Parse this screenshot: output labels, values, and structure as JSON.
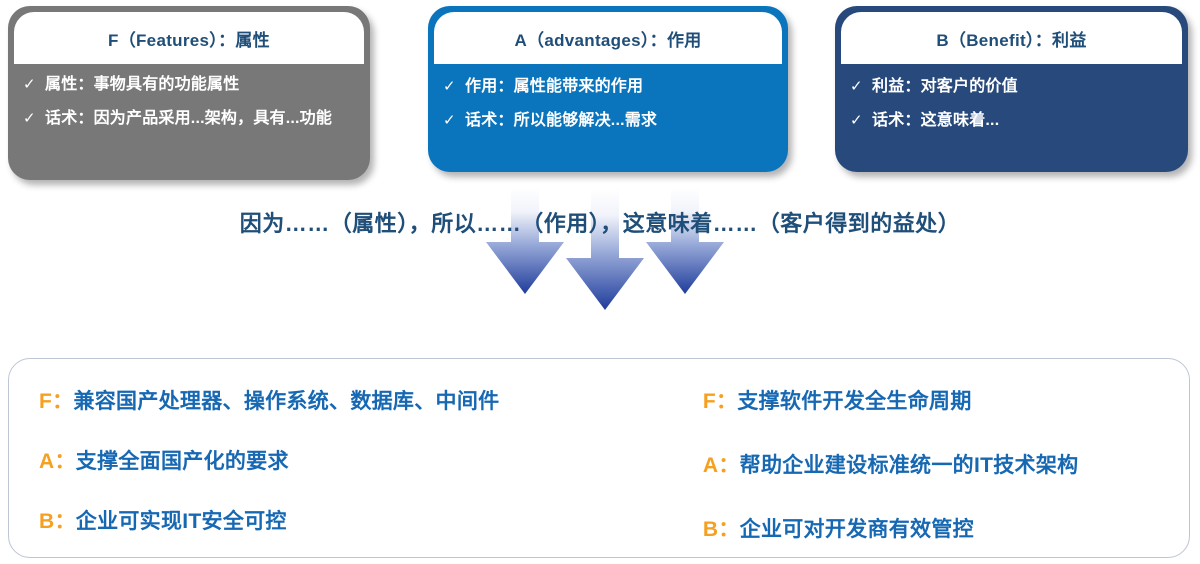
{
  "cards": [
    {
      "id": "features",
      "title": "F（Features）：属性",
      "bg": "#787878",
      "bullets": [
        {
          "icon": "check-icon",
          "text": "属性：事物具有的功能属性"
        },
        {
          "icon": "check-icon",
          "text": "话术：因为产品采用...架构，具有...功能"
        }
      ]
    },
    {
      "id": "advantages",
      "title": "A（advantages）：作用",
      "bg": "#0a74bd",
      "bullets": [
        {
          "icon": "check-icon",
          "text": "作用：属性能带来的作用"
        },
        {
          "icon": "check-icon",
          "text": "话术：所以能够解决...需求"
        }
      ]
    },
    {
      "id": "benefit",
      "title": "B（Benefit）：利益",
      "bg": "#27497c",
      "bullets": [
        {
          "icon": "check-icon",
          "text": "利益：对客户的价值"
        },
        {
          "icon": "check-icon",
          "text": "话术：这意味着..."
        }
      ]
    }
  ],
  "center_sentence": "因为……（属性），所以……（作用），这意味着……（客户得到的益处）",
  "arrows": {
    "count": 3,
    "direction": "down",
    "gradient_from": "#ffffff",
    "gradient_to": "#1f3C9B"
  },
  "bottom_panel": {
    "left_column": [
      {
        "key": "F：",
        "value": "兼容国产处理器、操作系统、数据库、中间件"
      },
      {
        "key": "A：",
        "value": "支撑全面国产化的要求"
      },
      {
        "key": "B：",
        "value": "企业可实现IT安全可控"
      }
    ],
    "right_column": [
      {
        "key": "F：",
        "value": "支撑软件开发全生命周期"
      },
      {
        "key": "A：",
        "value": "帮助企业建设标准统一的IT技术架构"
      },
      {
        "key": "B：",
        "value": "企业可对开发商有效管控"
      }
    ]
  },
  "colors": {
    "gray_card": "#787878",
    "blue_card": "#0a74bd",
    "darkblue_card": "#27497c",
    "title_text": "#1F4E79",
    "accent_orange": "#f5a020",
    "accent_blue": "#1768b3",
    "panel_border": "#bcc6d4"
  }
}
